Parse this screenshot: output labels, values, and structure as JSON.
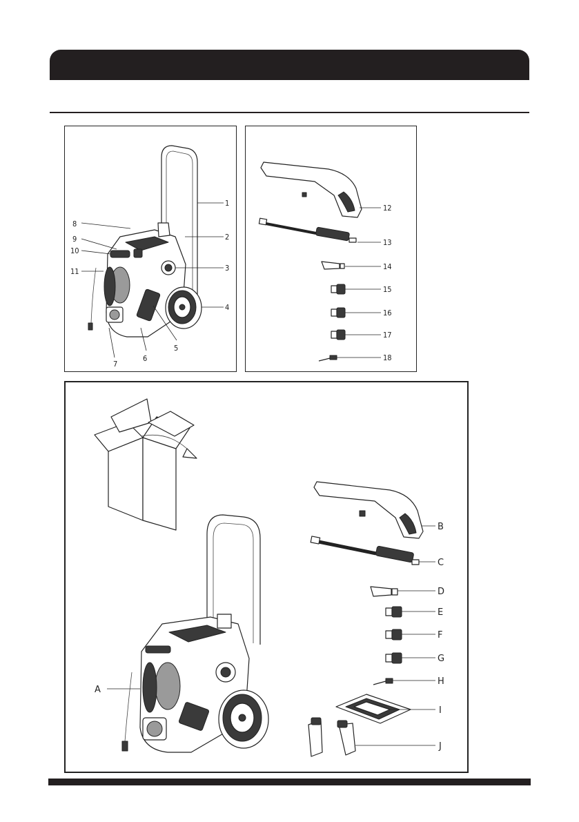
{
  "panel_machine": {
    "callouts": [
      {
        "label": "1"
      },
      {
        "label": "2"
      },
      {
        "label": "3"
      },
      {
        "label": "4"
      },
      {
        "label": "5"
      },
      {
        "label": "6"
      },
      {
        "label": "7"
      },
      {
        "label": "8"
      },
      {
        "label": "9"
      },
      {
        "label": "10"
      },
      {
        "label": "11"
      }
    ]
  },
  "panel_accessories": {
    "callouts": [
      {
        "label": "12"
      },
      {
        "label": "13"
      },
      {
        "label": "14"
      },
      {
        "label": "15"
      },
      {
        "label": "16"
      },
      {
        "label": "17"
      },
      {
        "label": "18"
      }
    ]
  },
  "panel_unpack": {
    "callouts": [
      {
        "label": "A"
      },
      {
        "label": "B"
      },
      {
        "label": "C"
      },
      {
        "label": "D"
      },
      {
        "label": "E"
      },
      {
        "label": "F"
      },
      {
        "label": "G"
      },
      {
        "label": "H"
      },
      {
        "label": "I"
      },
      {
        "label": "J"
      }
    ]
  },
  "colors": {
    "bar": "#231f20",
    "line": "#222222"
  }
}
